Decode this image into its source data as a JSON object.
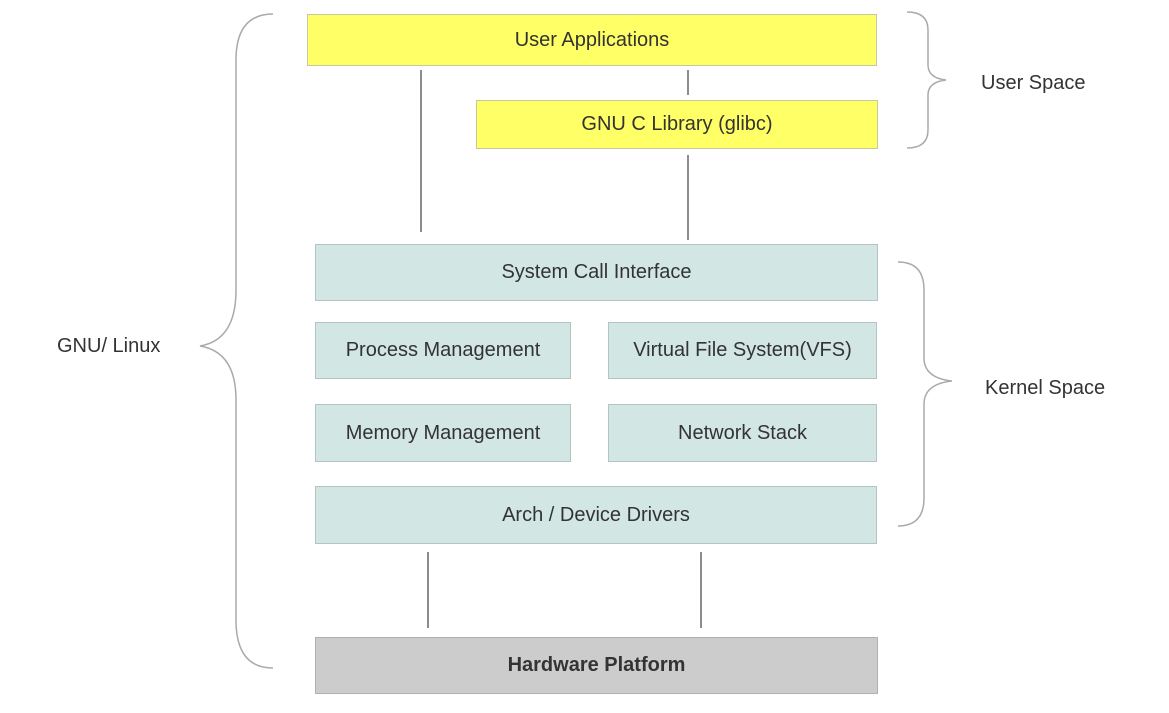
{
  "diagram": {
    "title": "GNU/Linux architecture",
    "user_space": {
      "label": "User Space",
      "boxes": [
        "User Applications",
        "GNU C Library (glibc)"
      ]
    },
    "kernel_space": {
      "label": "Kernel Space",
      "boxes": [
        "System Call Interface",
        "Process Management",
        "Virtual File System(VFS)",
        "Memory Management",
        "Network Stack",
        "Arch / Device Drivers"
      ]
    },
    "hardware": {
      "label": "Hardware Platform"
    },
    "system_label": "GNU/ Linux",
    "colors": {
      "user_space_fill": "#ffff66",
      "kernel_space_fill": "#d2e6e3",
      "hardware_fill": "#cccccc",
      "connector": "#666666",
      "brace": "#aaaaaa"
    }
  }
}
